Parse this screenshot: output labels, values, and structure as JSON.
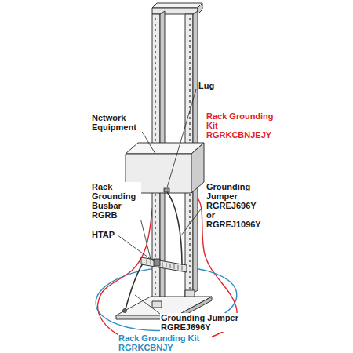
{
  "diagram": {
    "labels": [
      "Lug",
      "Network Equipment",
      "Rack Grounding Kit RGRKCBNJEJY",
      "Rack Grounding Busbar RGRB",
      "HTAP",
      "Grounding Jumper RGREJ696Y or RGREJ1096Y",
      "Grounding Jumper RGREJ696Y",
      "Rack Grounding Kit RGRKCBNJY"
    ]
  }
}
